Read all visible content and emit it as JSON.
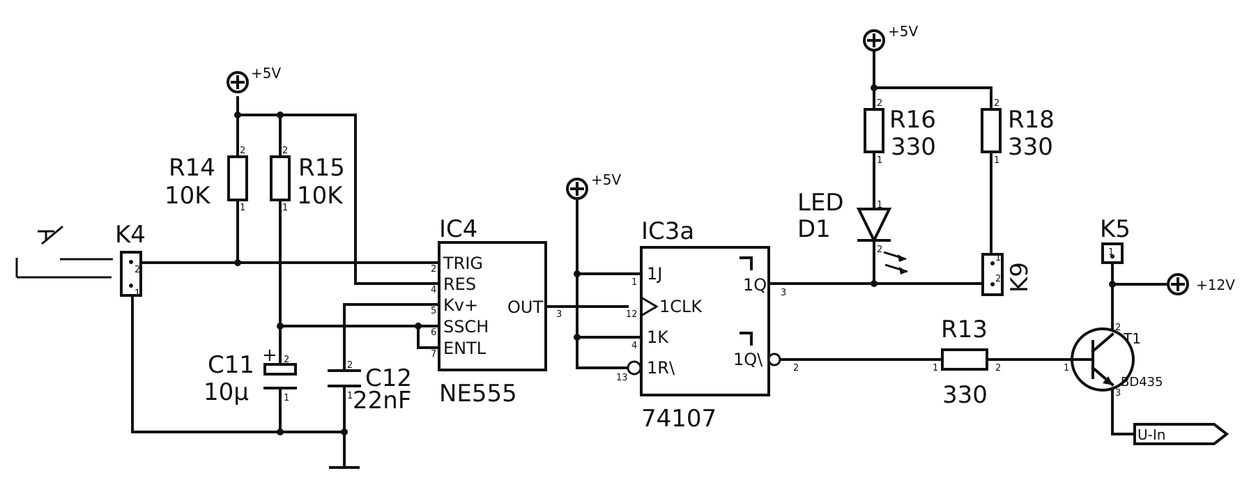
{
  "components": {
    "r14": {
      "ref": "R14",
      "value": "10K",
      "pin_top": "2",
      "pin_bottom": "1"
    },
    "r15": {
      "ref": "R15",
      "value": "10K",
      "pin_top": "2",
      "pin_bottom": "1"
    },
    "r16": {
      "ref": "R16",
      "value": "330",
      "pin_top": "2",
      "pin_bottom": "1"
    },
    "r18": {
      "ref": "R18",
      "value": "330",
      "pin_top": "2",
      "pin_bottom": "1"
    },
    "r13": {
      "ref": "R13",
      "value": "330",
      "pin_left": "1",
      "pin_right": "2"
    },
    "c11": {
      "ref": "C11",
      "value": "10µ",
      "polarity": "+",
      "pin_top": "2",
      "pin_bottom": "1"
    },
    "c12": {
      "ref": "C12",
      "value": "22nF",
      "pin_top": "2",
      "pin_bottom": "1"
    },
    "led": {
      "ref": "LED",
      "value": "D1",
      "pin_top": "1",
      "pin_bottom": "2"
    },
    "k4": {
      "ref": "K4",
      "pin_top": "2",
      "pin_bottom": "1"
    },
    "k5": {
      "ref": "K5",
      "pin": "1"
    },
    "k9": {
      "ref": "K9",
      "pin_top": "1",
      "pin_bottom": "2"
    },
    "t1": {
      "ref": "T1",
      "value": "BD435",
      "pin_base": "1",
      "pin_collector": "2",
      "pin_emitter": "3"
    },
    "ic4": {
      "ref": "IC4",
      "part": "NE555",
      "pins": [
        {
          "num": "2",
          "name": "TRIG"
        },
        {
          "num": "4",
          "name": "RES"
        },
        {
          "num": "5",
          "name": "Kv+"
        },
        {
          "num": "6",
          "name": "SSCH"
        },
        {
          "num": "7",
          "name": "ENTL"
        }
      ],
      "out": {
        "num": "3",
        "name": "OUT"
      }
    },
    "ic3a": {
      "ref": "IC3a",
      "part": "74107",
      "pins": [
        {
          "num": "1",
          "name": "1J"
        },
        {
          "num": "12",
          "name": "1CLK"
        },
        {
          "num": "4",
          "name": "1K"
        },
        {
          "num": "13",
          "name": "1R\\"
        }
      ],
      "outs": [
        {
          "num": "3",
          "name": "1Q"
        },
        {
          "num": "2",
          "name": "1Q\\"
        }
      ]
    }
  },
  "supplies": {
    "vcc5": "+5V",
    "vcc12": "+12V"
  },
  "connectors": {
    "uin": "U-In"
  }
}
